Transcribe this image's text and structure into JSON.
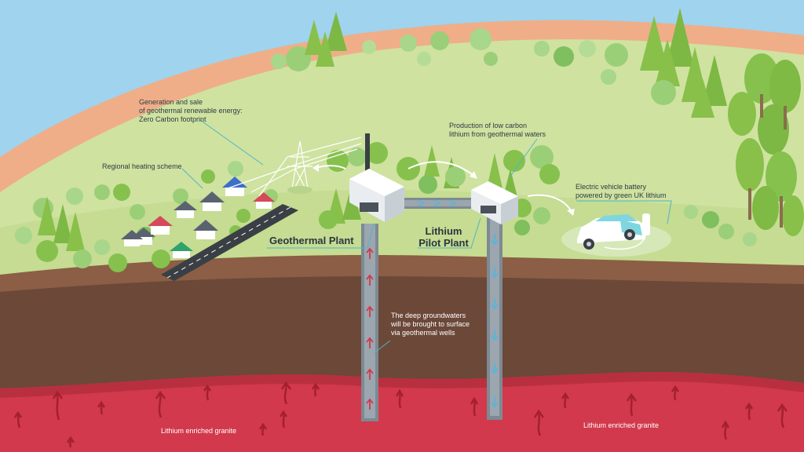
{
  "labels": {
    "generation": [
      "Generation and sale",
      "of geothermal renewable energy:",
      "Zero Carbon footprint"
    ],
    "heating": "Regional heating scheme",
    "production": [
      "Production of low carbon",
      "lithium from geothermal waters"
    ],
    "ev": [
      "Electric vehicle battery",
      "powered by green UK lithium"
    ],
    "geothermal_plant": "Geothermal Plant",
    "lithium_plant": [
      "Lithium",
      "Pilot Plant"
    ],
    "groundwater": [
      "The deep groundwaters",
      "will be brought to surface",
      "via geothermal wells"
    ],
    "granite_left": "Lithium enriched granite",
    "granite_right": "Lithium enriched granite"
  },
  "colors": {
    "sky": "#9fd3ee",
    "sand": "#f0b08a",
    "grass": "#cfe3a2",
    "soil": "#6e4b3a",
    "granite": "#d33a4e",
    "tree": "#8cc152",
    "pipe": "#7b8a94",
    "leader": "#4fb6c4"
  },
  "icons": {
    "houses": "house-icon",
    "pylon": "pylon-icon",
    "car": "electric-car-icon",
    "charger": "charger-icon",
    "flow_up": "arrow-up-icon",
    "flow_down": "arrow-down-icon"
  }
}
